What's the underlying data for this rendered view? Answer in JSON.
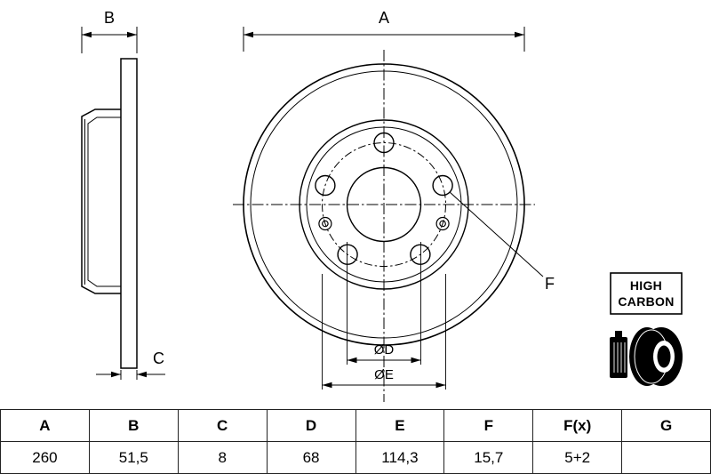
{
  "drawing": {
    "labels": {
      "a": "A",
      "b": "B",
      "c": "C",
      "d": "ØD",
      "e": "ØE",
      "f": "F"
    },
    "badge": {
      "line1": "HIGH",
      "line2": "CARBON"
    },
    "colors": {
      "line": "#000000",
      "background": "#ffffff"
    },
    "views": {
      "left": "disc cross-section",
      "right": "disc front view"
    },
    "features": {
      "bolt_holes": 5,
      "pin_holes": 2
    }
  },
  "table": {
    "headers": [
      "A",
      "B",
      "C",
      "D",
      "E",
      "F",
      "F(x)",
      "G"
    ],
    "values": [
      "260",
      "51,5",
      "8",
      "68",
      "114,3",
      "15,7",
      "5+2",
      ""
    ]
  }
}
